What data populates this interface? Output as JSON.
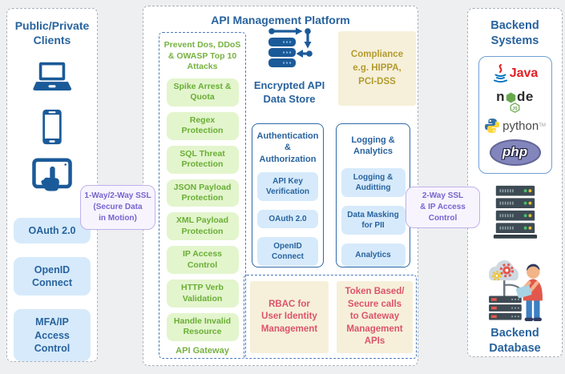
{
  "clients": {
    "title": "Public/Private\nClients",
    "items": [
      "OAuth 2.0",
      "OpenID\nConnect",
      "MFA/IP\nAccess Control"
    ]
  },
  "connectors": {
    "left": "1-Way/2-Way SSL\n(Secure Data\nin Motion)",
    "right": "2-Way SSL\n& IP Access\nControl"
  },
  "platform": {
    "title": "API Management Platform",
    "gateway": {
      "header": "Prevent Dos, DDoS\n& OWASP Top 10\nAttacks",
      "items": [
        "Spike Arrest & Quota",
        "Regex Protection",
        "SQL Threat Protection",
        "JSON Payload Protection",
        "XML Payload Protection",
        "IP Access Control",
        "HTTP Verb Validation",
        "Handle Invalid Resource"
      ],
      "label": "API Gateway"
    },
    "datastore": "Encrypted API\nData Store",
    "compliance": "Compliance\ne.g. HIPPA,\nPCI-DSS",
    "auth": {
      "title": "Authentication\n&\nAuthorization",
      "items": [
        "API Key Verification",
        "OAuth 2.0",
        "OpenID Connect"
      ]
    },
    "logging": {
      "title": "Logging &\nAnalytics",
      "items": [
        "Logging & Auditting",
        "Data Masking for PII",
        "Analytics"
      ]
    },
    "rbac": "RBAC for\nUser Identity\nManagement",
    "token": "Token Based/\nSecure calls\nto Gateway\nManagement\nAPIs"
  },
  "backend": {
    "title": "Backend\nSystems",
    "languages": {
      "java": "Java",
      "node_n": "n",
      "node_de": "de",
      "node_js": "JS",
      "python": "python",
      "python_tm": "TM",
      "php": "php"
    },
    "db": "Backend\nDatabase"
  },
  "colors": {
    "accent_blue": "#28639e",
    "icon_blue": "#1b5a99",
    "green_text": "#74b33d",
    "green_chip_bg": "#e3f5cd",
    "blue_chip_bg": "#d6eafb",
    "cream_bg": "#f6f0da",
    "cream_text": "#b29b2e",
    "red_text": "#dc5468",
    "purple_text": "#7765cd"
  }
}
